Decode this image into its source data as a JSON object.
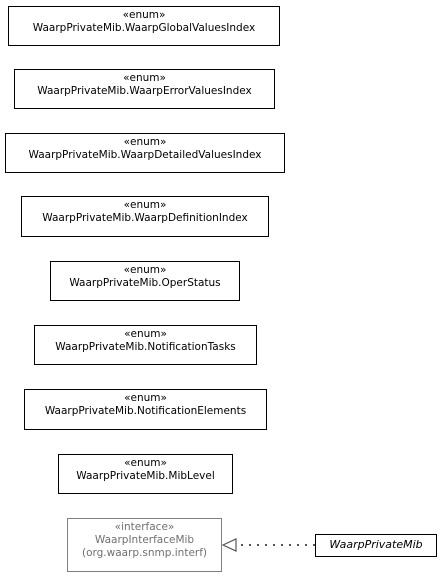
{
  "diagram": {
    "enums": [
      {
        "stereotype": "«enum»",
        "name": "WaarpPrivateMib.WaarpGlobalValuesIndex"
      },
      {
        "stereotype": "«enum»",
        "name": "WaarpPrivateMib.WaarpErrorValuesIndex"
      },
      {
        "stereotype": "«enum»",
        "name": "WaarpPrivateMib.WaarpDetailedValuesIndex"
      },
      {
        "stereotype": "«enum»",
        "name": "WaarpPrivateMib.WaarpDefinitionIndex"
      },
      {
        "stereotype": "«enum»",
        "name": "WaarpPrivateMib.OperStatus"
      },
      {
        "stereotype": "«enum»",
        "name": "WaarpPrivateMib.NotificationTasks"
      },
      {
        "stereotype": "«enum»",
        "name": "WaarpPrivateMib.NotificationElements"
      },
      {
        "stereotype": "«enum»",
        "name": "WaarpPrivateMib.MibLevel"
      }
    ],
    "interface": {
      "stereotype": "«interface»",
      "name": "WaarpInterfaceMib",
      "package": "(org.waarp.snmp.interf)"
    },
    "implementing_class": {
      "name": "WaarpPrivateMib"
    },
    "colors": {
      "box_border": "#000000",
      "interface_border": "#808080",
      "interface_text": "#707070",
      "connector": "#555555"
    }
  }
}
